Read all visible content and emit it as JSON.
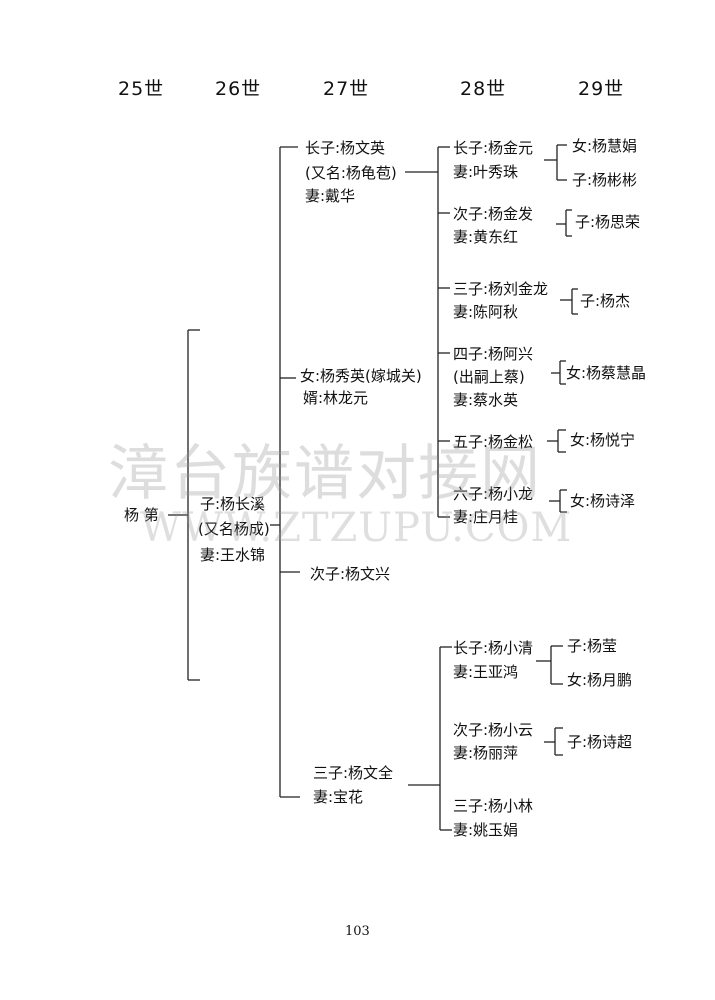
{
  "generations": [
    "25世",
    "26世",
    "27世",
    "28世",
    "29世"
  ],
  "watermark": {
    "cn": "漳台族谱对接网",
    "en": "WWW.ZTZUPU.COM"
  },
  "page_number": "103",
  "tree": {
    "g25": [
      "杨 第"
    ],
    "g26": [
      "子:杨长溪",
      "(又名杨成)",
      "妻:王水锦"
    ],
    "g27": [
      [
        "长子:杨文英",
        "(又名:杨龟苞)",
        "妻:戴华"
      ],
      [
        "女:杨秀英(嫁城关)",
        "婿:林龙元"
      ],
      [
        "次子:杨文兴"
      ],
      [
        "三子:杨文全",
        "妻:宝花"
      ]
    ],
    "g28": [
      [
        "长子:杨金元",
        "妻:叶秀珠"
      ],
      [
        "次子:杨金发",
        "妻:黄东红"
      ],
      [
        "三子:杨刘金龙",
        "妻:陈阿秋"
      ],
      [
        "四子:杨阿兴",
        "(出嗣上蔡)",
        "妻:蔡水英"
      ],
      [
        "五子:杨金松"
      ],
      [
        "六子:杨小龙",
        "妻:庄月桂"
      ],
      [
        "长子:杨小清",
        "妻:王亚鸿"
      ],
      [
        "次子:杨小云",
        "妻:杨丽萍"
      ],
      [
        "三子:杨小林",
        "妻:姚玉娟"
      ]
    ],
    "g29": [
      "女:杨慧娟",
      "子:杨彬彬",
      "子:杨思荣",
      "子:杨杰",
      "女:杨蔡慧晶",
      "女:杨悦宁",
      "女:杨诗泽",
      "子:杨莹",
      "女:杨月鹏",
      "子:杨诗超"
    ]
  }
}
